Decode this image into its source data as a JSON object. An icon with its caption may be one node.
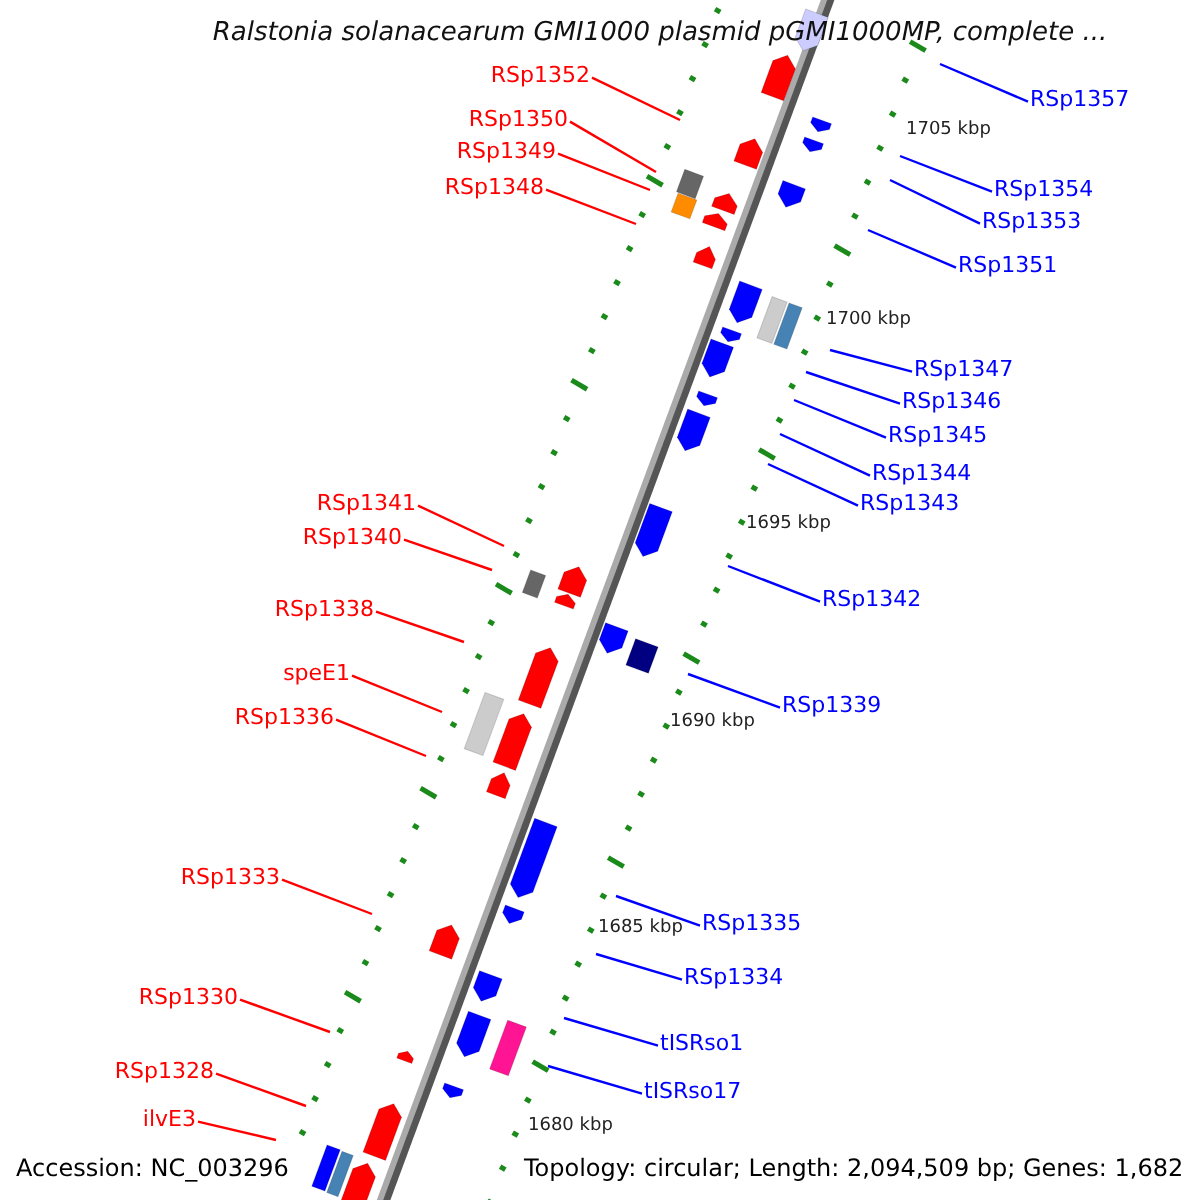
{
  "diagram": {
    "title": "Ralstonia solanacearum GMI1000 plasmid pGMI1000MP, complete ...",
    "nodes": [
      {
        "text": [
          "RSp1352"
        ]
      },
      {
        "text": [
          "RSp1357"
        ]
      },
      {
        "text": [
          "RSp1350"
        ]
      },
      {
        "text": [
          "RSp1349"
        ]
      },
      {
        "text": [
          "RSp1348"
        ]
      },
      {
        "text": [
          "RSp1354"
        ]
      },
      {
        "text": [
          "RSp1353"
        ]
      },
      {
        "text": [
          "RSp1351"
        ]
      },
      {
        "text": [
          "RSp1347"
        ]
      },
      {
        "text": [
          "RSp1346"
        ]
      },
      {
        "text": [
          "RSp1345"
        ]
      },
      {
        "text": [
          "RSp1344"
        ]
      },
      {
        "text": [
          "RSp1343"
        ]
      },
      {
        "text": [
          "RSp1341"
        ]
      },
      {
        "text": [
          "RSp1340"
        ]
      },
      {
        "text": [
          "RSp1342"
        ]
      },
      {
        "text": [
          "RSp1338"
        ]
      },
      {
        "text": [
          "speE1"
        ]
      },
      {
        "text": [
          "RSp1339"
        ]
      },
      {
        "text": [
          "RSp1336"
        ]
      },
      {
        "text": [
          "RSp1333"
        ]
      },
      {
        "text": [
          "RSp1335"
        ]
      },
      {
        "text": [
          "RSp1334"
        ]
      },
      {
        "text": [
          "RSp1330"
        ]
      },
      {
        "text": [
          "tISRso1"
        ]
      },
      {
        "text": [
          "RSp1328"
        ]
      },
      {
        "text": [
          "tISRso17"
        ]
      },
      {
        "text": [
          "ilvE3"
        ]
      }
    ],
    "edges": [
      {
        "from": 0,
        "to": null,
        "arrow": "none",
        "color": "#ff0000"
      },
      {
        "from": 1,
        "to": null,
        "arrow": "none"
      },
      {
        "from": 2,
        "to": null,
        "arrow": "none",
        "color": "#ff0000"
      },
      {
        "from": 3,
        "to": null,
        "arrow": "none",
        "color": "#ff0000"
      },
      {
        "from": 4,
        "to": null,
        "arrow": "none",
        "color": "#ff0000"
      },
      {
        "from": 5,
        "to": null,
        "arrow": "none"
      },
      {
        "from": 6,
        "to": null,
        "arrow": "none"
      },
      {
        "from": 7,
        "to": null,
        "arrow": "none"
      },
      {
        "from": 8,
        "to": null,
        "arrow": "none"
      },
      {
        "from": 9,
        "to": null,
        "arrow": "none"
      },
      {
        "from": 10,
        "to": null,
        "arrow": "none"
      },
      {
        "from": 11,
        "to": null,
        "arrow": "none"
      },
      {
        "from": 12,
        "to": null,
        "arrow": "none"
      },
      {
        "from": 13,
        "to": null,
        "arrow": "none",
        "color": "#ff0000"
      },
      {
        "from": 14,
        "to": null,
        "arrow": "none",
        "color": "#ff0000"
      },
      {
        "from": 15,
        "to": null,
        "arrow": "none"
      },
      {
        "from": 16,
        "to": null,
        "arrow": "none",
        "color": "#ff0000"
      },
      {
        "from": 17,
        "to": null,
        "arrow": "none",
        "color": "#ff0000"
      },
      {
        "from": 18,
        "to": null,
        "arrow": "none"
      },
      {
        "from": 19,
        "to": null,
        "arrow": "none",
        "color": "#ff0000"
      },
      {
        "from": 20,
        "to": null,
        "arrow": "none",
        "color": "#ff0000"
      },
      {
        "from": 21,
        "to": null,
        "arrow": "none"
      },
      {
        "from": 22,
        "to": null,
        "arrow": "none"
      },
      {
        "from": 23,
        "to": null,
        "arrow": "none",
        "color": "#ff0000"
      },
      {
        "from": 24,
        "to": null,
        "arrow": "none"
      },
      {
        "from": 25,
        "to": null,
        "arrow": "none",
        "color": "#ff0000"
      },
      {
        "from": 26,
        "to": null,
        "arrow": "none"
      },
      {
        "from": 27,
        "to": null,
        "arrow": "none",
        "color": "#ff0000"
      }
    ],
    "labels": [
      "1705 kbp",
      "1700 kbp",
      "1695 kbp",
      "1690 kbp",
      "1685 kbp",
      "1680 kbp",
      "Accession: NC_003296",
      "Topology: circular; Length: 2,094,509 bp; Genes: 1,682"
    ]
  }
}
